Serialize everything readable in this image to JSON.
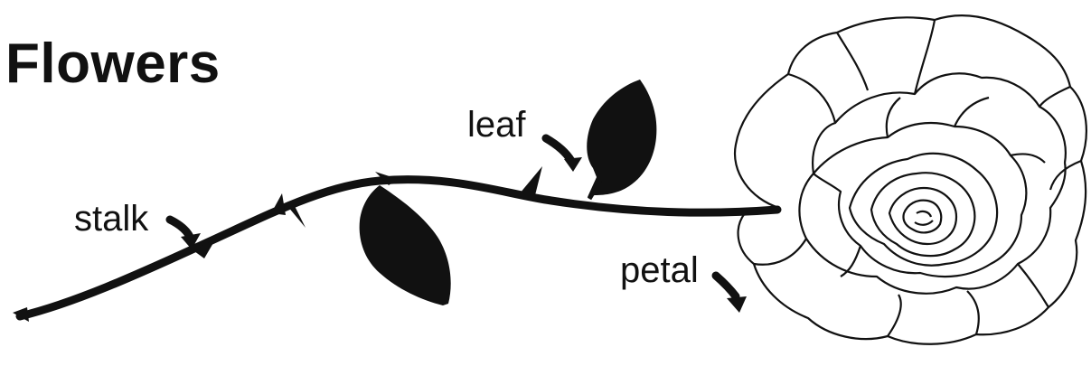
{
  "diagram": {
    "title": "Flowers",
    "labels": {
      "leaf": "leaf",
      "stalk": "stalk",
      "petal": "petal"
    },
    "colors": {
      "ink": "#111111",
      "background": "#ffffff"
    }
  }
}
